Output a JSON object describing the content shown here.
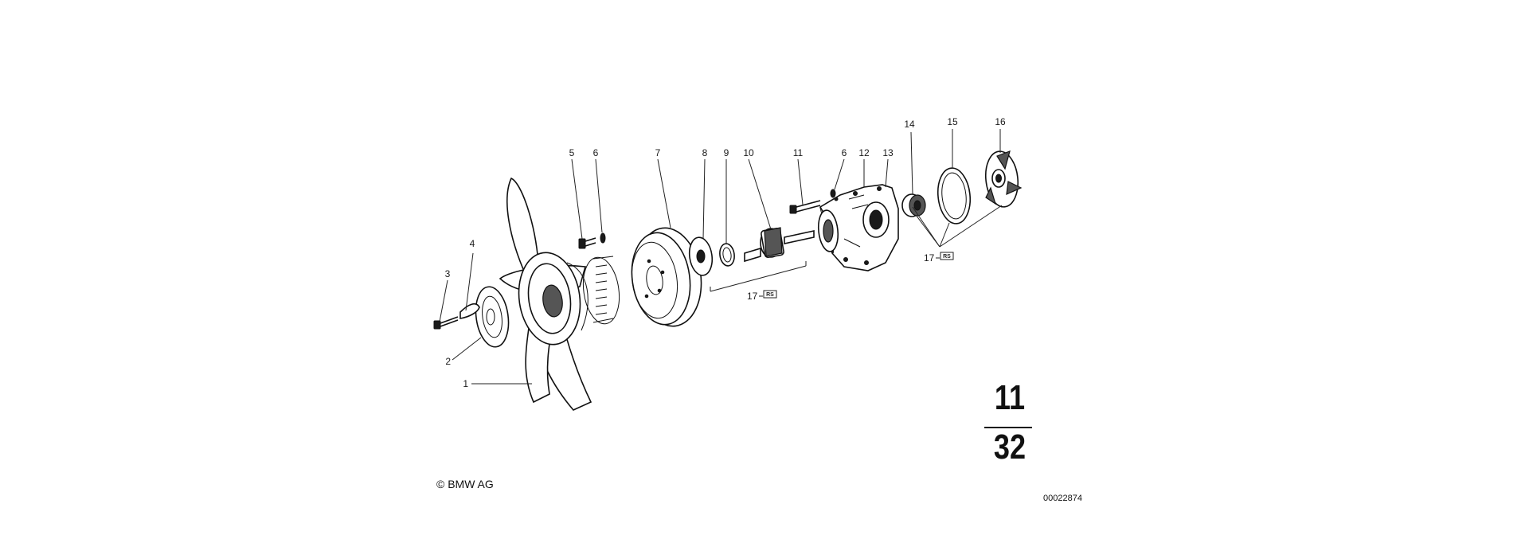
{
  "diagram": {
    "callouts": [
      "1",
      "2",
      "3",
      "4",
      "5",
      "6",
      "7",
      "8",
      "9",
      "10",
      "11",
      "6",
      "12",
      "13",
      "14",
      "15",
      "16"
    ],
    "group_refs": [
      {
        "number": "17",
        "badge": "RS"
      },
      {
        "number": "17",
        "badge": "RS"
      }
    ],
    "section": {
      "main": "11",
      "sub": "32"
    },
    "copyright": "© BMW AG",
    "diagram_id": "00022874"
  }
}
